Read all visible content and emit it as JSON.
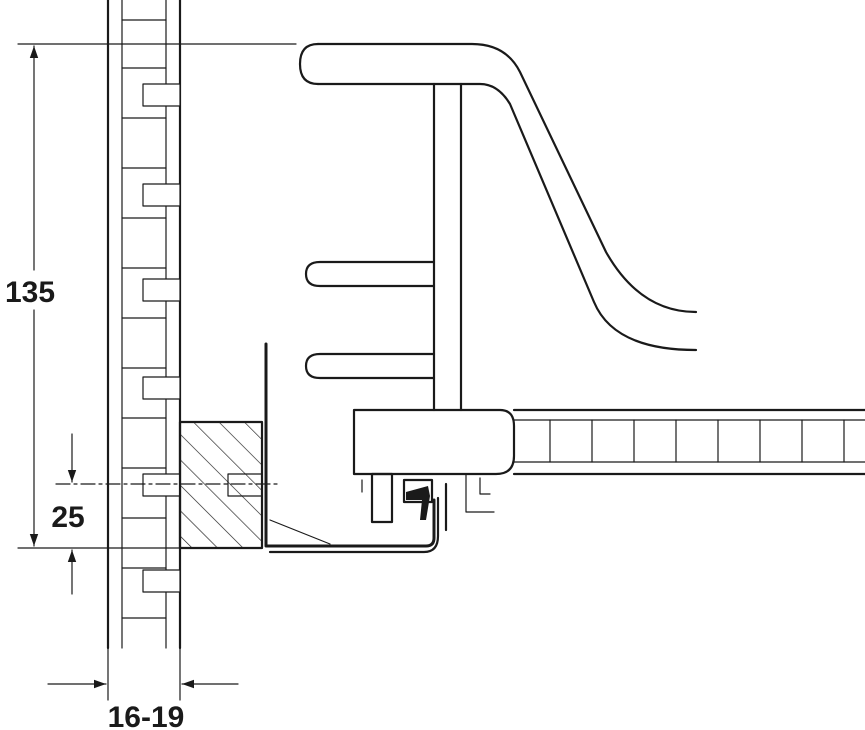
{
  "dimensions": {
    "height_total": "135",
    "offset": "25",
    "panel_thickness": "16-19"
  },
  "colors": {
    "line": "#1a1a1a",
    "background": "#ffffff"
  }
}
